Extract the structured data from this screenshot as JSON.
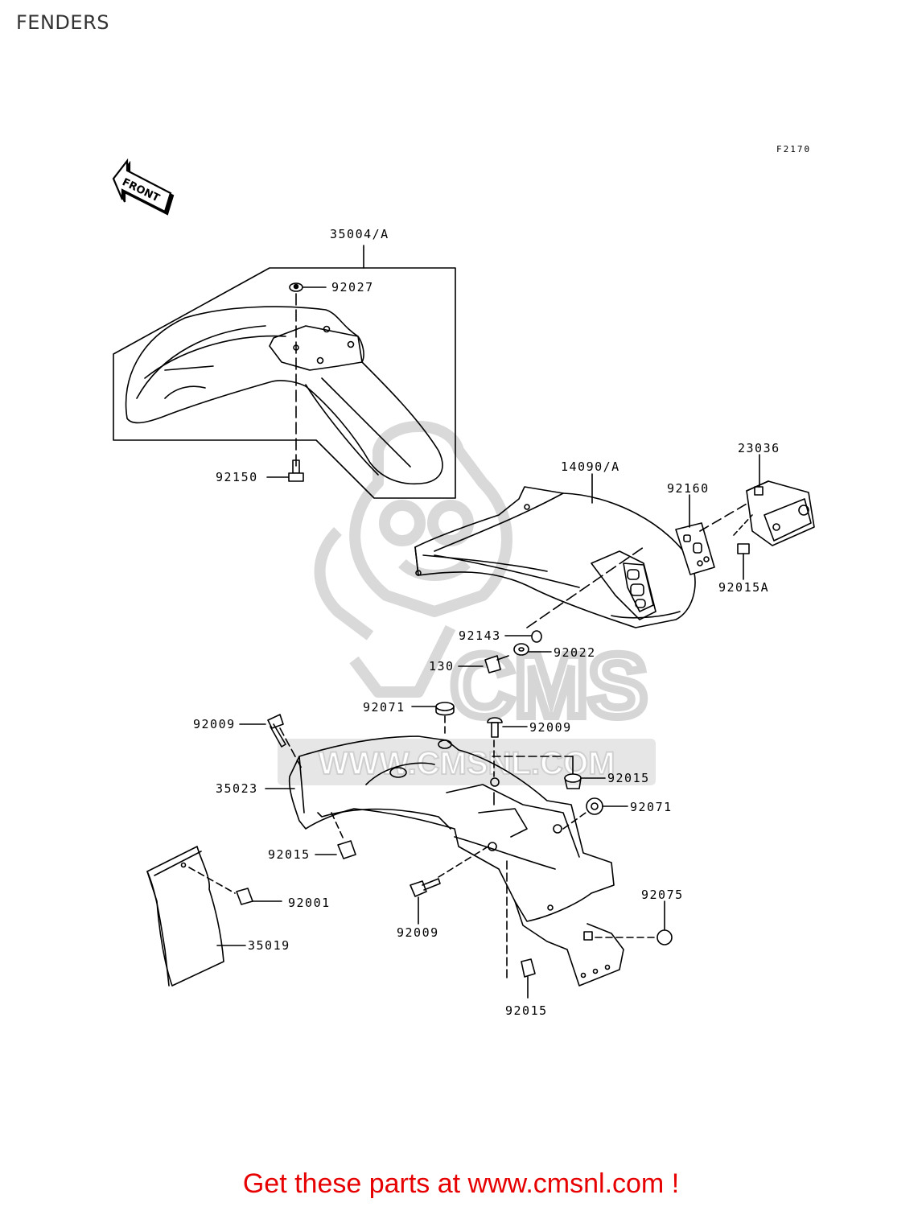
{
  "page": {
    "title": "FENDERS",
    "figure_code": "F2170",
    "front_label": "FRONT",
    "footer": "Get these parts at www.cmsnl.com !"
  },
  "watermark": {
    "text": "CMS",
    "url": "WWW.CMSNL.COM"
  },
  "parts": {
    "p35004A": "35004/A",
    "p92027": "92027",
    "p92150": "92150",
    "p14090A": "14090/A",
    "p23036": "23036",
    "p92160": "92160",
    "p92015A": "92015A",
    "p92143": "92143",
    "p92022": "92022",
    "p130": "130",
    "p92071a": "92071",
    "p92009a": "92009",
    "p92009b": "92009",
    "p35023": "35023",
    "p92015a": "92015",
    "p92071b": "92071",
    "p92015b": "92015",
    "p92001": "92001",
    "p92009c": "92009",
    "p92075": "92075",
    "p35019": "35019",
    "p92015c": "92015"
  },
  "colors": {
    "line": "#000000",
    "watermark": "#d8d8d8",
    "footer_text": "#e60000"
  }
}
